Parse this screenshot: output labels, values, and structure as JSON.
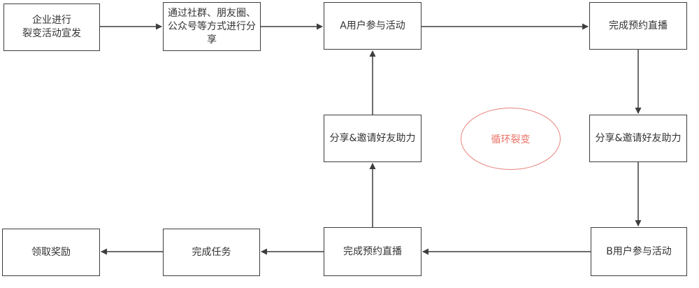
{
  "diagram": {
    "type": "flowchart",
    "colors": {
      "node_border": "#3d3d3d",
      "node_text": "#333333",
      "arrow": "#3d3d3d",
      "loop_stroke": "#e8837b",
      "loop_text": "#ed6f66",
      "background": "#ffffff"
    },
    "loop_label": "循环裂变",
    "nodes": [
      {
        "id": "campaign-promo",
        "label": "企业进行\n裂变活动宣发"
      },
      {
        "id": "share-channels",
        "label": "通过社群、朋友圈、\n公众号等方式进行分\n享"
      },
      {
        "id": "user-a-join",
        "label": "A用户参与活动"
      },
      {
        "id": "reserve-live-top",
        "label": "完成预约直播"
      },
      {
        "id": "share-invite-left",
        "label": "分享&邀请好友助力"
      },
      {
        "id": "share-invite-right",
        "label": "分享&邀请好友助力"
      },
      {
        "id": "claim-reward",
        "label": "领取奖励"
      },
      {
        "id": "finish-task",
        "label": "完成任务"
      },
      {
        "id": "reserve-live-bottom",
        "label": "完成预约直播"
      },
      {
        "id": "user-b-join",
        "label": "B用户参与活动"
      }
    ],
    "edges": [
      {
        "from": "campaign-promo",
        "to": "share-channels"
      },
      {
        "from": "share-channels",
        "to": "user-a-join"
      },
      {
        "from": "user-a-join",
        "to": "reserve-live-top"
      },
      {
        "from": "reserve-live-top",
        "to": "share-invite-right"
      },
      {
        "from": "share-invite-right",
        "to": "user-b-join"
      },
      {
        "from": "user-b-join",
        "to": "reserve-live-bottom"
      },
      {
        "from": "reserve-live-bottom",
        "to": "finish-task"
      },
      {
        "from": "finish-task",
        "to": "claim-reward"
      },
      {
        "from": "reserve-live-bottom",
        "to": "share-invite-left"
      },
      {
        "from": "share-invite-left",
        "to": "user-a-join"
      }
    ]
  }
}
